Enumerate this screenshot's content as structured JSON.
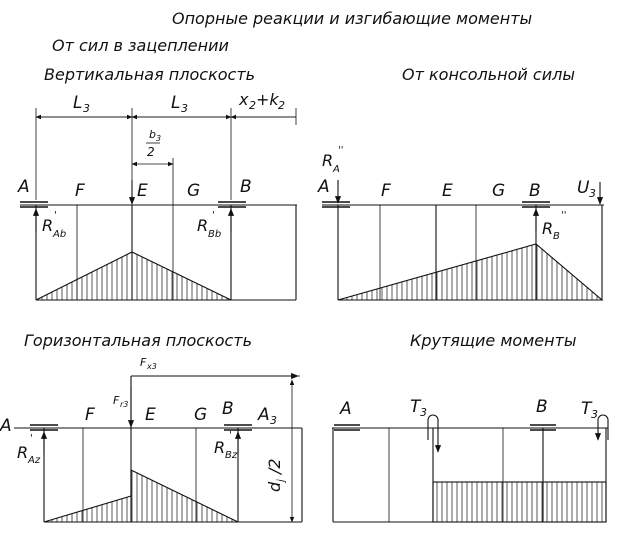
{
  "title": "Опорные реакции и изгибающие моменты",
  "subtitle": "От сил в зацеплении",
  "panels": {
    "vertical": {
      "title": "Вертикальная плоскость",
      "dims": [
        "L3",
        "L3",
        "x2+k2"
      ],
      "half_dim": "b3/2",
      "points": [
        "A",
        "F",
        "E",
        "G",
        "B"
      ],
      "reactions": [
        "RAb",
        "RBb"
      ]
    },
    "cantilever": {
      "title": "От консольной силы",
      "points": [
        "A",
        "F",
        "E",
        "G",
        "B",
        "U3"
      ],
      "reactions": [
        "RA\"",
        "RB\""
      ]
    },
    "horizontal": {
      "title": "Горизонтальная плоскость",
      "forces": [
        "Fx3",
        "Fr3"
      ],
      "dim": "dj/2",
      "points": [
        "A",
        "F",
        "E",
        "G",
        "B",
        "A3"
      ],
      "reactions": [
        "RAz",
        "RBz"
      ]
    },
    "torque": {
      "title": "Крутящие моменты",
      "points": [
        "A",
        "B"
      ],
      "moments": [
        "T3",
        "T3"
      ]
    }
  }
}
